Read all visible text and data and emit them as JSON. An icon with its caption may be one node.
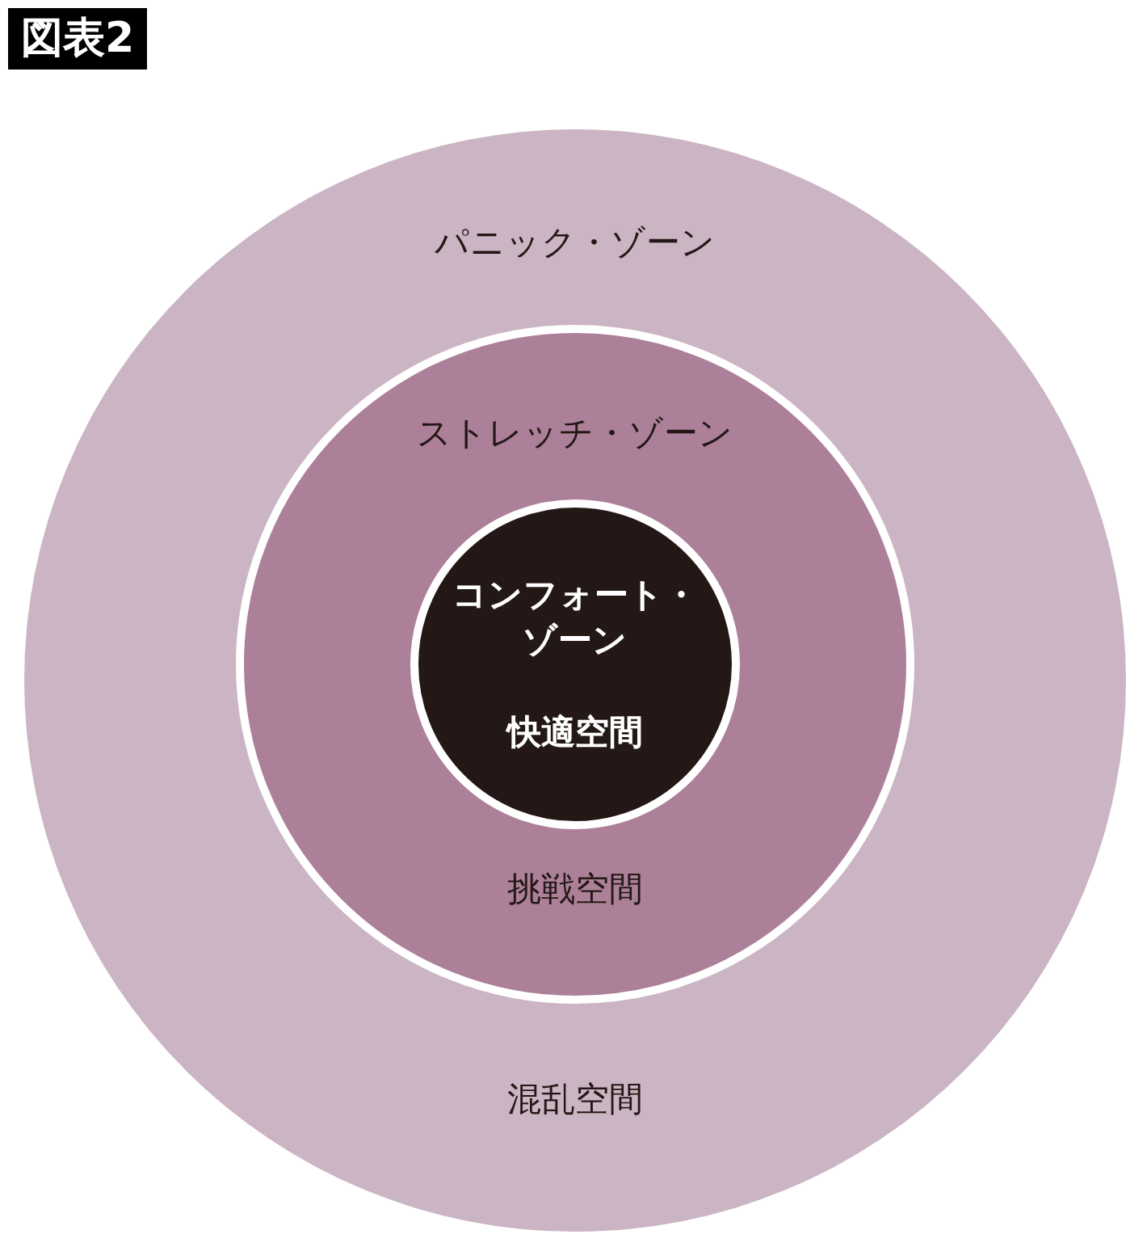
{
  "diagram": {
    "title": "図表2",
    "nodes": [
      {
        "text": [
          "パニック・ゾーン",
          "混乱空間"
        ]
      },
      {
        "text": [
          "ストレッチ・ゾーン",
          "挑戦空間"
        ],
        "in": 0
      },
      {
        "text": [
          "コンフォート・ゾーン",
          "快適空間"
        ],
        "in": 1
      }
    ]
  }
}
